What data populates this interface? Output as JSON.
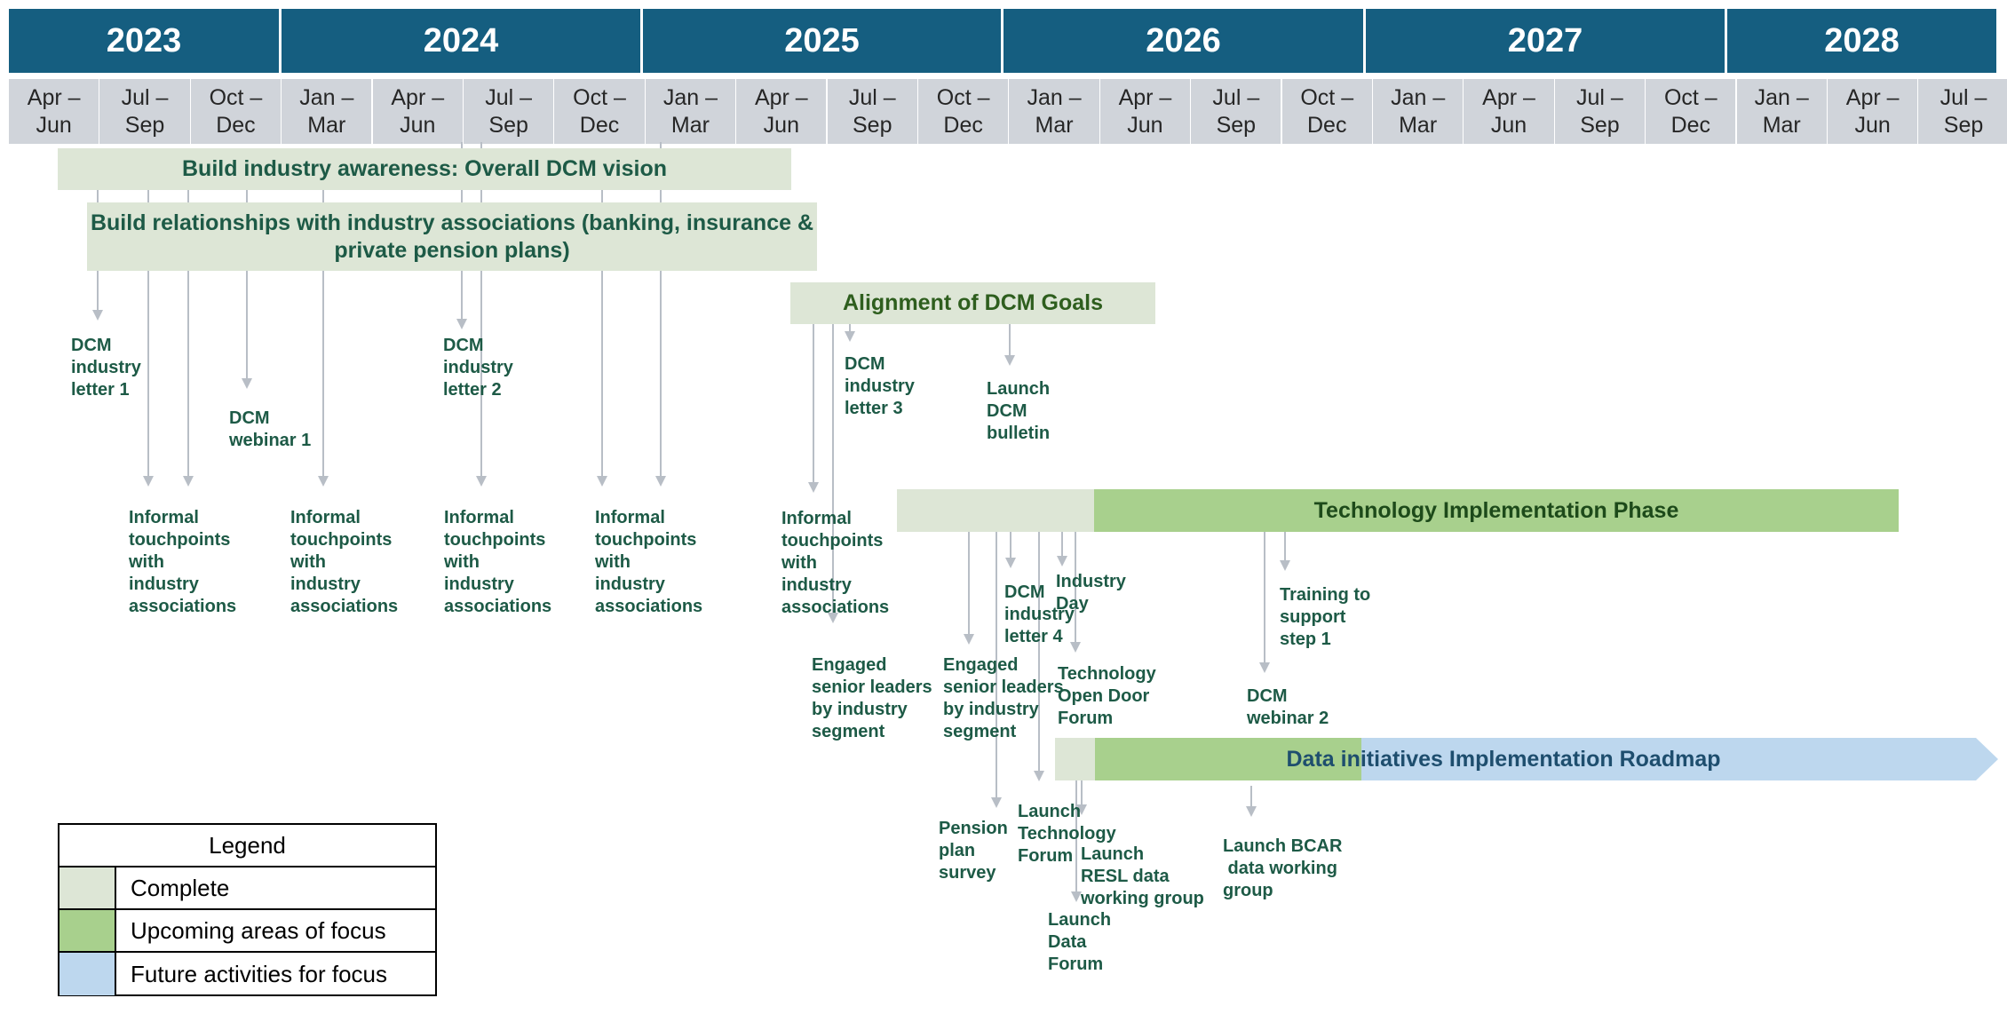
{
  "years": [
    {
      "label": "2023",
      "id": "2023"
    },
    {
      "label": "2024",
      "id": "2024"
    },
    {
      "label": "2025",
      "id": "2025"
    },
    {
      "label": "2026",
      "id": "2026"
    },
    {
      "label": "2027",
      "id": "2027"
    },
    {
      "label": "2028",
      "id": "2028"
    }
  ],
  "quarters": [
    "Apr –\nJun",
    "Jul –\nSep",
    "Oct –\nDec",
    "Jan –\nMar",
    "Apr –\nJun",
    "Jul –\nSep",
    "Oct –\nDec",
    "Jan –\nMar",
    "Apr –\nJun",
    "Jul –\nSep",
    "Oct –\nDec",
    "Jan –\nMar",
    "Apr –\nJun",
    "Jul –\nSep",
    "Oct –\nDec",
    "Jan –\nMar",
    "Apr –\nJun",
    "Jul –\nSep",
    "Oct –\nDec",
    "Jan –\nMar",
    "Apr –\nJun",
    "Jul –\nSep"
  ],
  "colors": {
    "year_header": "#155E80",
    "quarter_header": "#D0D4DA",
    "complete": "#DDE6D6",
    "upcoming": "#A8D08D",
    "future": "#BDD7EE",
    "text_green": "#1D5A46",
    "connector": "#B8BEC6"
  },
  "workstreams": {
    "awareness": "Build industry awareness: Overall DCM vision",
    "relationships": "Build relationships with industry associations (banking, insurance &\nprivate pension plans)",
    "alignment": "Alignment of DCM Goals",
    "technology": "Technology Implementation Phase",
    "data": "Data initiatives Implementation Roadmap"
  },
  "milestones": {
    "letter1": "DCM\nindustry\nletter 1",
    "webinar1": "DCM\nwebinar 1",
    "letter2": "DCM\nindustry\nletter 2",
    "letter3": "DCM\nindustry\nletter 3",
    "bulletin": "Launch\nDCM\nbulletin",
    "touch1": "Informal\ntouchpoints\nwith\nindustry\nassociations",
    "touch2": "Informal\ntouchpoints\nwith\nindustry\nassociations",
    "touch3": "Informal\ntouchpoints\nwith\nindustry\nassociations",
    "touch4": "Informal\ntouchpoints\nwith\nindustry\nassociations",
    "touch5": "Informal\ntouchpoints\nwith\nindustry\nassociations",
    "engaged1": "Engaged\nsenior leaders\nby industry\nsegment",
    "engaged2": "Engaged\nsenior leaders\nby industry\nsegment",
    "letter4": "DCM\nindustry\nletter 4",
    "industry_day": "Industry\nDay",
    "open_door": "Technology\nOpen Door\nForum",
    "training": "Training to\nsupport\nstep 1",
    "webinar2": "DCM\nwebinar 2",
    "pension": "Pension\nplan\nsurvey",
    "tech_forum": "Launch\nTechnology\nForum",
    "resl": "Launch\nRESL data\nworking group",
    "data_forum": "Launch\nData\nForum",
    "bcar": "Launch BCAR\n data working\ngroup"
  },
  "legend": {
    "title": "Legend",
    "items": [
      {
        "label": "Complete",
        "color": "#DDE6D6"
      },
      {
        "label": "Upcoming areas of focus",
        "color": "#A8D08D"
      },
      {
        "label": "Future activities for focus",
        "color": "#BDD7EE"
      }
    ]
  }
}
